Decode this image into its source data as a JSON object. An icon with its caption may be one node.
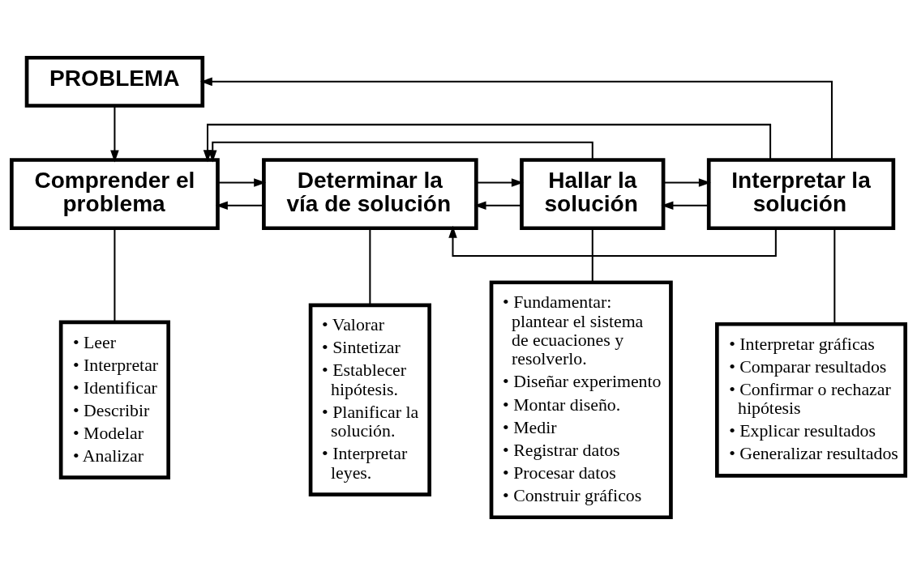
{
  "diagram": {
    "nodes": [
      {
        "text": [
          "PROBLEMA"
        ]
      },
      {
        "text": [
          "Comprender el problema"
        ]
      },
      {
        "text": [
          "Determinar la vía de solución"
        ]
      },
      {
        "text": [
          "Hallar la solución"
        ]
      },
      {
        "text": [
          "Interpretar la solución"
        ]
      },
      {
        "text": [
          "• Leer",
          "• Interpretar",
          "• Identificar",
          "• Describir",
          "• Modelar",
          "• Analizar"
        ]
      },
      {
        "text": [
          "• Valorar",
          "• Sintetizar",
          "• Establecer hipótesis.",
          "• Planificar la solución.",
          "• Interpretar leyes."
        ]
      },
      {
        "text": [
          "• Fundamentar: plantear el sistema de ecuaciones y resolverlo.",
          "• Diseñar experimento",
          "• Montar diseño.",
          "• Medir",
          "• Registrar datos",
          "• Procesar datos",
          "• Construir gráficos"
        ]
      },
      {
        "text": [
          "• Interpretar gráficas",
          "• Comparar resultados",
          "• Confirmar o rechazar hipótesis",
          "• Explicar resultados",
          "• Generalizar resultados"
        ]
      }
    ],
    "edges": [
      {
        "from": 0,
        "to": 1,
        "arrow": "to"
      },
      {
        "from": 4,
        "to": 0,
        "arrow": "to"
      },
      {
        "from": 4,
        "to": 1,
        "arrow": "to"
      },
      {
        "from": 1,
        "to": 2,
        "arrow": "to"
      },
      {
        "from": 2,
        "to": 1,
        "arrow": "to"
      },
      {
        "from": 2,
        "to": 3,
        "arrow": "to"
      },
      {
        "from": 3,
        "to": 2,
        "arrow": "to"
      },
      {
        "from": 3,
        "to": 4,
        "arrow": "to"
      },
      {
        "from": 4,
        "to": 3,
        "arrow": "to"
      },
      {
        "from": 3,
        "to": 1,
        "arrow": "to"
      },
      {
        "from": 4,
        "to": 2,
        "arrow": "to"
      },
      {
        "from": 1,
        "to": 5,
        "arrow": "none"
      },
      {
        "from": 2,
        "to": 6,
        "arrow": "none"
      },
      {
        "from": 3,
        "to": 7,
        "arrow": "none"
      },
      {
        "from": 4,
        "to": 8,
        "arrow": "none"
      }
    ]
  }
}
